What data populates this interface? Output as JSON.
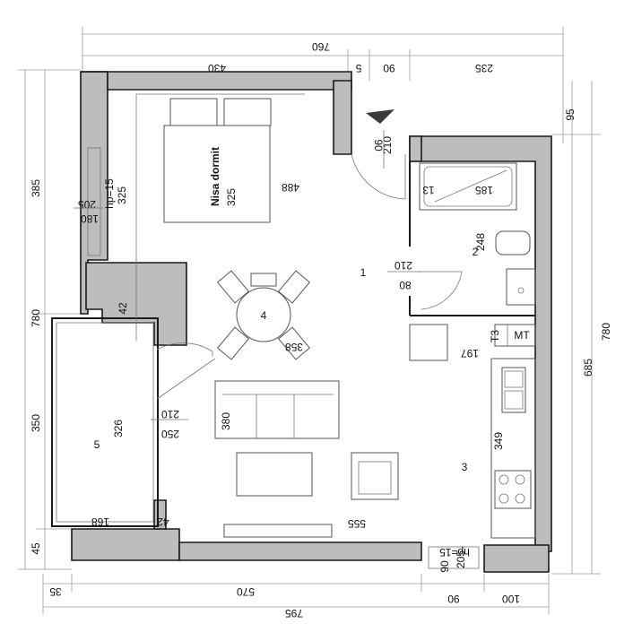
{
  "rooms": [
    {
      "number": "1"
    },
    {
      "number": "2"
    },
    {
      "number": "3"
    },
    {
      "number": "4"
    },
    {
      "number": "5"
    }
  ],
  "niche_label": "Nisa dormit",
  "appliance_labels": {
    "t3": "T3",
    "mt": "MT"
  },
  "outer_dims": {
    "top_total": "760",
    "top_parts": [
      "430",
      "5",
      "90",
      "235"
    ],
    "bottom_total": "795",
    "bottom_parts": [
      "35",
      "570",
      "90",
      "100"
    ],
    "left_total": "780",
    "left_parts": [
      "385",
      "350",
      "45"
    ],
    "right_total": "780",
    "right_parts": [
      "95",
      "685"
    ]
  },
  "inner_dims": {
    "entry_door_w": "90",
    "entry_door_h": "210",
    "niche_w": "325",
    "niche_span": "488",
    "bath_w": "185",
    "bath_d": "13",
    "bath_len": "248",
    "bath_door_w": "80",
    "bath_door_h": "210",
    "kitchen_w": "197",
    "kitchen_run": "349",
    "living_w": "555",
    "living_d": "380",
    "table_d": "358",
    "balcony_len": "326",
    "balcony_w": "168",
    "balcony_stub": "42",
    "balcony_stub2": "42",
    "balcony_door_w": "250",
    "balcony_door_h": "210",
    "window1_w": "205",
    "window1_sill": "hp=15",
    "window1_h": "180",
    "window1_niche": "325",
    "window2_w": "205",
    "window2_sill": "hp=15",
    "window2_d": "90"
  }
}
